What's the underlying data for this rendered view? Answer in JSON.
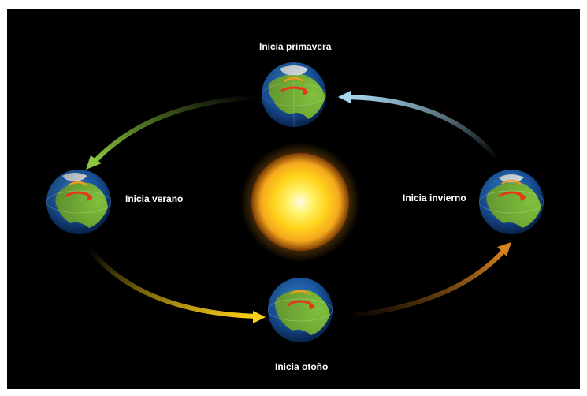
{
  "labels": {
    "spring": "Inicia primavera",
    "summer": "Inicia verano",
    "winter": "Inicia invierno",
    "autumn": "Inicia otoño"
  },
  "colors": {
    "background": "#000000",
    "sun_core": "#fff8c8",
    "sun_mid": "#ffd21a",
    "sun_edge": "#f39a1c",
    "ocean": "#1c5fb3",
    "land": "#7fc03c",
    "arrow_spring_to_summer": "#8cc63f",
    "arrow_summer_to_autumn": "#ffd21a",
    "arrow_autumn_to_winter": "#d8821f",
    "arrow_winter_to_spring": "#a8d8f0",
    "rotation_arrow": "#e03a1a"
  }
}
